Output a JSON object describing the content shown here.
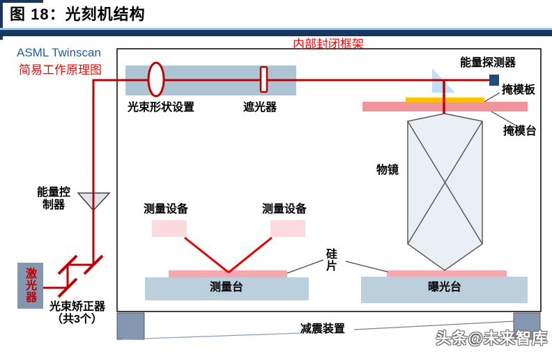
{
  "figure_title": "图 18：光刻机结构",
  "subtitle": {
    "line1": "ASML Twinscan",
    "line2": "简易工作原理图"
  },
  "frame_label": "内部封闭框架",
  "labels": {
    "beam_shaping": "光束形状设置",
    "shutter": "遮光器",
    "energy_detector": "能量探测器",
    "mask_plate": "掩模板",
    "mask_stage": "掩模台",
    "objective_lens": "物镜",
    "energy_controller": "能量控制器",
    "measure_device_left": "测量设备",
    "measure_device_right": "测量设备",
    "laser": "激光器",
    "beam_corrector_line1": "光束矫正器",
    "beam_corrector_line2": "（共3个）",
    "wafer": "硅片",
    "measure_stage": "测量台",
    "exposure_stage": "曝光台",
    "damper": "减震装置"
  },
  "watermark": "头条@未来智库",
  "colors": {
    "beam_red": "#C00000",
    "measure_beam_red": "#E60000",
    "label_red": "#FF0000",
    "header_navy": "#17375E",
    "header_light_blue": "#9DC3E6",
    "subtitle_blue": "#1F5C99",
    "beam_bar_blue": "#ADC5D3",
    "stage_blue": "#BCCFDC",
    "steel_blue": "#8496B0",
    "mask_stage_pink": "#F2949B",
    "wafer_pink": "#F6A8AE",
    "device_pale_pink": "#FBDBDE",
    "mask_yellow": "#FFC000",
    "prism_light_blue": "#BDE0F7",
    "objective_fill": "#E9EFF5",
    "detector_navy": "#1F4E79"
  }
}
